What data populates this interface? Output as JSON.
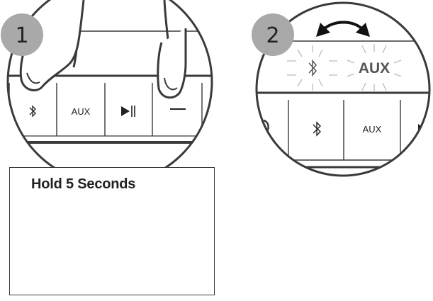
{
  "step1": {
    "number": "1",
    "keys": {
      "aux": "AUX"
    }
  },
  "step2": {
    "number": "2",
    "lit_label": "AUX",
    "keys": {
      "aux": "AUX"
    }
  },
  "caption": {
    "text": "Hold 5 Seconds"
  },
  "icons": [
    "bluetooth-icon",
    "play-pause-icon",
    "minus-icon",
    "swap-arrow-icon",
    "finger"
  ],
  "colors": {
    "line": "#3a3a3a",
    "badge": "#a9a9a9",
    "glow": "#bcbcbc"
  }
}
